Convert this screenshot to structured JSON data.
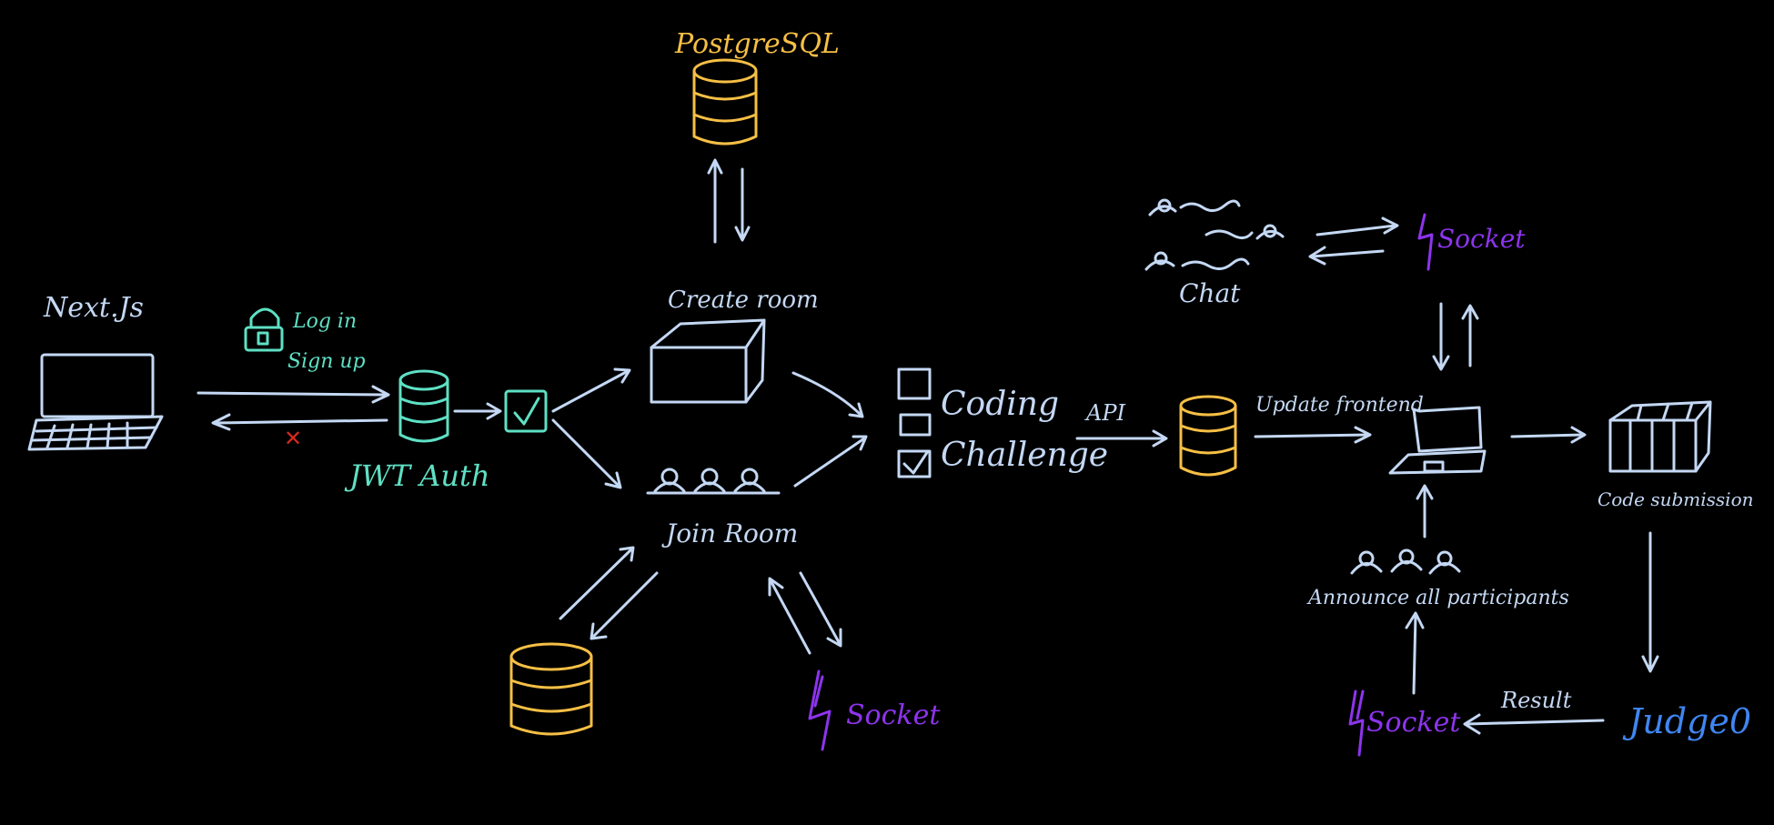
{
  "colors": {
    "background": "#000000",
    "chalk": "#c4d8f4",
    "teal": "#5ee0c4",
    "yellow": "#f6bf45",
    "purple": "#8d34ee",
    "blue": "#3f86f1",
    "red": "#d62a1f"
  },
  "labels": {
    "nextjs": "Next.Js",
    "login": "Log in",
    "signup": "Sign up",
    "jwt": "JWT Auth",
    "postgres": "PostgreSQL",
    "create_room": "Create room",
    "join_room": "Join Room",
    "coding": "Coding",
    "challenge": "Challenge",
    "api": "API",
    "update_frontend": "Update frontend",
    "chat": "Chat",
    "socket": "Socket",
    "code_submission": "Code submission",
    "announce": "Announce all participants",
    "result": "Result",
    "judge0": "Judge0"
  },
  "icons": [
    "laptop-icon",
    "padlock-icon",
    "cross-icon",
    "database-icon",
    "checkbox-icon",
    "box-icon",
    "people-icon",
    "lightning-icon",
    "crate-icon"
  ]
}
